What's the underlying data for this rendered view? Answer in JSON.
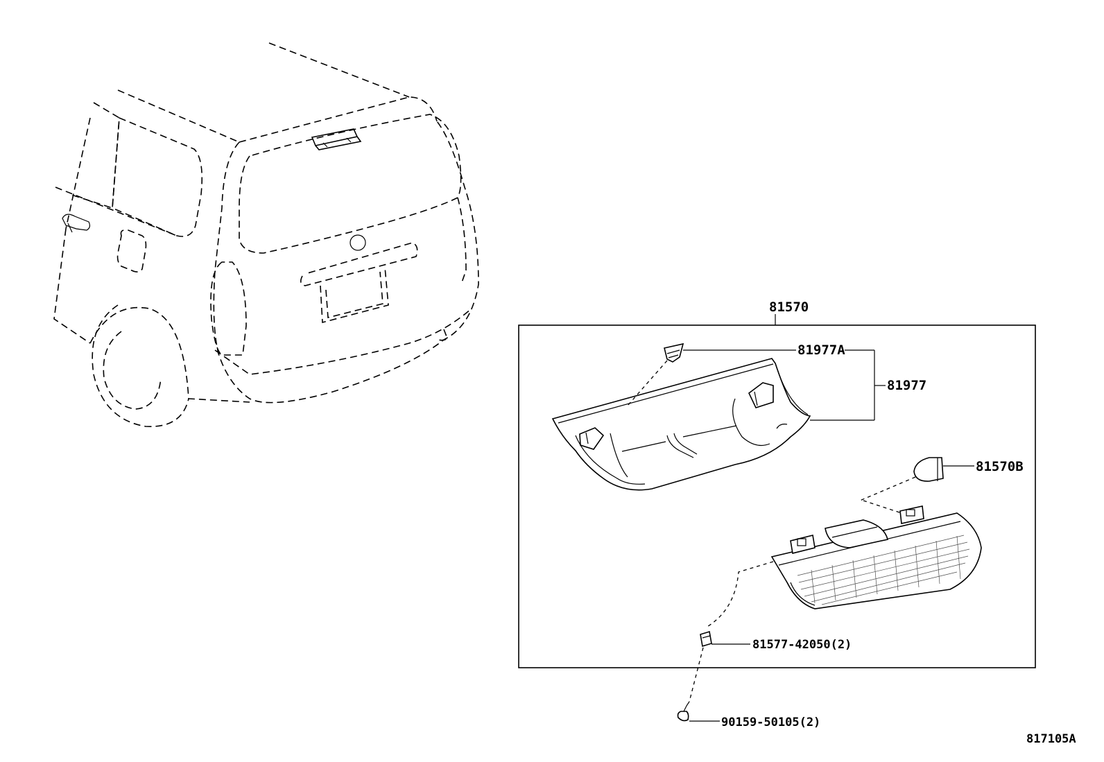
{
  "callouts": {
    "assembly": "81570",
    "cover_clip": "81977A",
    "cover": "81977",
    "bulb": "81570B",
    "nut": "81577-42050(2)",
    "screw": "90159-50105(2)"
  },
  "figure_id": "817105A"
}
